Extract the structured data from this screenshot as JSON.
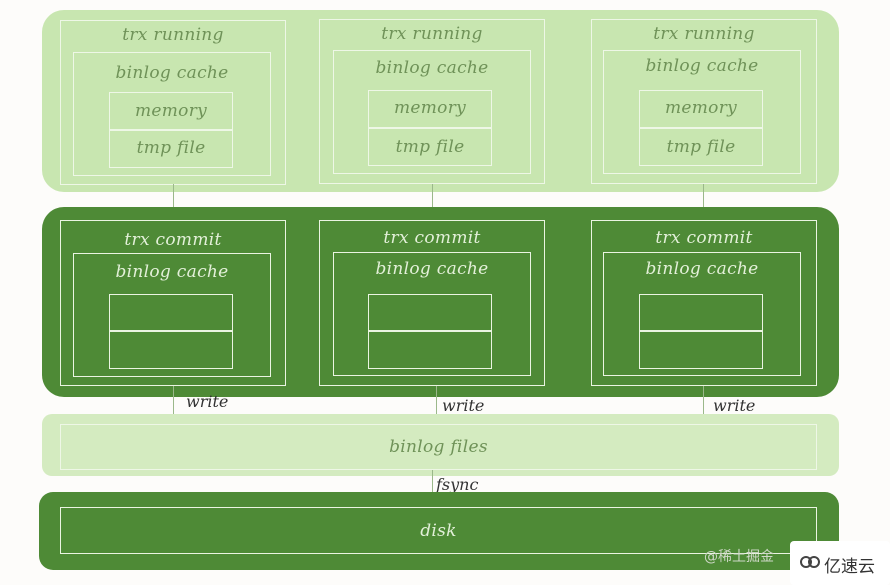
{
  "columns": [
    {
      "running_label": "trx running",
      "cache_label": "binlog cache",
      "memory_label": "memory",
      "tmp_label": "tmp file",
      "commit_label": "trx commit",
      "commit_cache_label": "binlog cache",
      "write_label": "write"
    },
    {
      "running_label": "trx running",
      "cache_label": "binlog cache",
      "memory_label": "memory",
      "tmp_label": "tmp file",
      "commit_label": "trx commit",
      "commit_cache_label": "binlog cache",
      "write_label": "write"
    },
    {
      "running_label": "trx running",
      "cache_label": "binlog cache",
      "memory_label": "memory",
      "tmp_label": "tmp file",
      "commit_label": "trx commit",
      "commit_cache_label": "binlog cache",
      "write_label": "write"
    }
  ],
  "binlog_files_label": "binlog files",
  "fsync_label": "fsync",
  "disk_label": "disk",
  "watermark": "@稀土掘金",
  "logo_text": "亿速云",
  "colors": {
    "light_green": "#c8e6b0",
    "dark_green": "#4e8a36",
    "files_green": "#d4ebc0"
  }
}
